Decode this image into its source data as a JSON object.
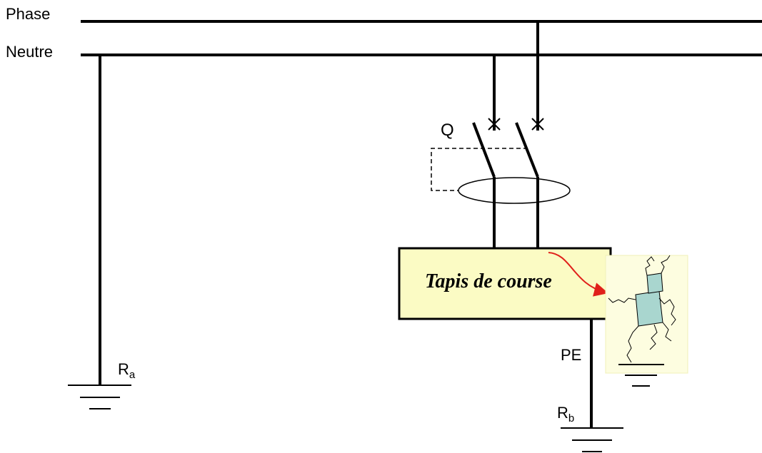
{
  "labels": {
    "phase": "Phase",
    "neutre": "Neutre",
    "breaker": "Q",
    "device": "Tapis de course",
    "pe": "PE",
    "ra_main": "R",
    "ra_sub": "a",
    "rb_main": "R",
    "rb_sub": "b"
  },
  "colors": {
    "wire": "#000000",
    "device_fill": "#fbfbc4",
    "person_bg": "#fdfde0",
    "person_border": "#f0f0b8",
    "person_body": "#a9d6cf",
    "fault_arrow": "#e0201a"
  }
}
